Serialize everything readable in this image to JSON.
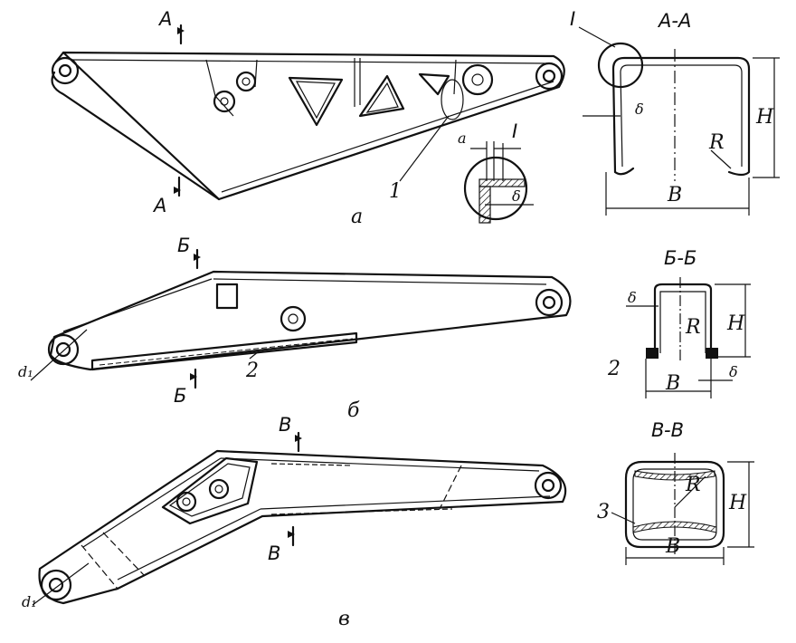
{
  "figure_a": {
    "section_mark": "A",
    "section_title": "A-A",
    "detail_mark": "I",
    "callout_number": "1",
    "dim_a": "a",
    "dim_delta": "δ",
    "dim_b": "B",
    "dim_h": "H",
    "dim_r": "R",
    "caption": "a"
  },
  "figure_b": {
    "section_mark": "Б",
    "section_title": "Б-Б",
    "callout_number": "2",
    "dim_d1": "d₁",
    "dim_delta": "δ",
    "dim_b": "B",
    "dim_h": "H",
    "dim_r": "R",
    "caption": "б"
  },
  "figure_c": {
    "section_mark": "B",
    "section_title": "B-B",
    "callout_number": "3",
    "dim_d1": "d₁",
    "dim_b": "B",
    "dim_h": "H",
    "dim_r": "R",
    "caption": "в"
  }
}
